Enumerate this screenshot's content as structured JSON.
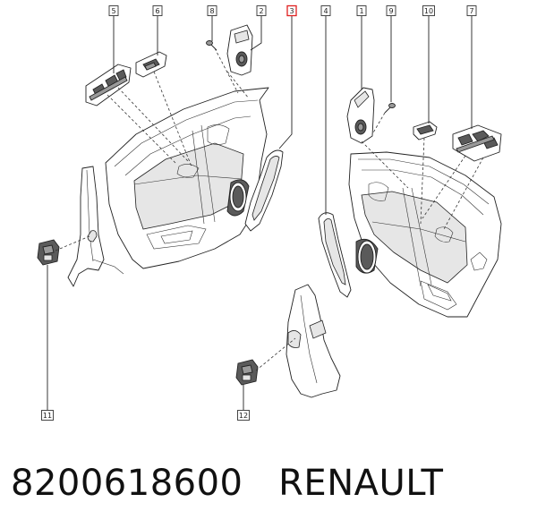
{
  "callouts": [
    {
      "id": "5",
      "label": "5",
      "highlight": false
    },
    {
      "id": "6",
      "label": "6",
      "highlight": false
    },
    {
      "id": "8",
      "label": "8",
      "highlight": false
    },
    {
      "id": "2",
      "label": "2",
      "highlight": false
    },
    {
      "id": "3",
      "label": "3",
      "highlight": true
    },
    {
      "id": "4",
      "label": "4",
      "highlight": false
    },
    {
      "id": "1",
      "label": "1",
      "highlight": false
    },
    {
      "id": "9",
      "label": "9",
      "highlight": false
    },
    {
      "id": "10",
      "label": "10",
      "highlight": false
    },
    {
      "id": "7",
      "label": "7",
      "highlight": false
    },
    {
      "id": "11",
      "label": "11",
      "highlight": false
    },
    {
      "id": "12",
      "label": "12",
      "highlight": false
    }
  ],
  "caption": {
    "part_number": "8200618600",
    "brand": "RENAULT",
    "text": "8200618600   RENAULT"
  },
  "colors": {
    "highlight": "#e02020",
    "line": "#222222",
    "shade": "#5a5a5a"
  }
}
